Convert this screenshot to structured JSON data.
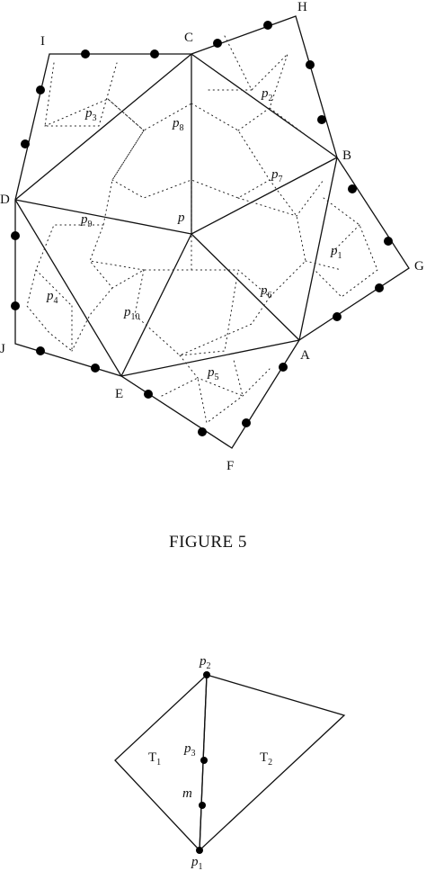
{
  "figure5": {
    "vertices": {
      "A": "A",
      "B": "B",
      "C": "C",
      "D": "D",
      "E": "E",
      "F": "F",
      "G": "G",
      "H": "H",
      "I": "I",
      "J": "J"
    },
    "center_label": "p",
    "points": {
      "p1": {
        "base": "p",
        "sub": "1"
      },
      "p2": {
        "base": "p",
        "sub": "2"
      },
      "p3": {
        "base": "p",
        "sub": "3"
      },
      "p4": {
        "base": "p",
        "sub": "4"
      },
      "p5": {
        "base": "p",
        "sub": "5"
      },
      "p6": {
        "base": "p",
        "sub": "6"
      },
      "p7": {
        "base": "p",
        "sub": "7"
      },
      "p8": {
        "base": "p",
        "sub": "8"
      },
      "p9": {
        "base": "p",
        "sub": "9"
      },
      "p10": {
        "base": "p",
        "sub": "10"
      }
    },
    "caption": "FIGURE 5"
  },
  "figure6": {
    "p2": {
      "base": "p",
      "sub": "2"
    },
    "p3": {
      "base": "p",
      "sub": "3"
    },
    "p1": {
      "base": "p",
      "sub": "1"
    },
    "m": "m",
    "T1": {
      "base": "T",
      "sub": "1"
    },
    "T2": {
      "base": "T",
      "sub": "2"
    }
  }
}
